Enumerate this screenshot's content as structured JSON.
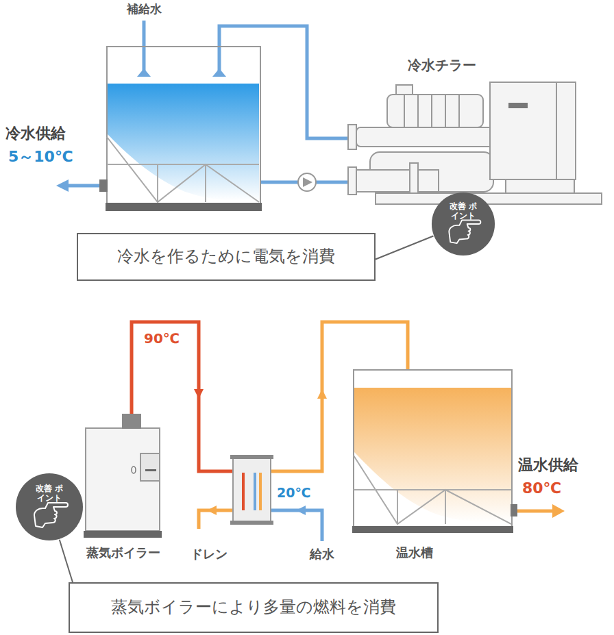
{
  "diagram": {
    "nodes": [
      {
        "text": [
          "冷水チラー"
        ]
      },
      {
        "text": [
          "改善 ポイント"
        ]
      },
      {
        "text": [
          "冷水を作るために電気を消費"
        ]
      },
      {
        "text": [
          "蒸気ボイラー"
        ]
      },
      {
        "text": [
          "改善 ポイント"
        ]
      },
      {
        "text": [
          "温水槽"
        ]
      },
      {
        "text": [
          "蒸気ボイラーにより多量の燃料を消費"
        ]
      }
    ],
    "edges": [
      {
        "from": 1,
        "to": 2,
        "arrow": "none"
      },
      {
        "from": 4,
        "to": 6,
        "arrow": "none"
      }
    ],
    "labels": [
      "補給水",
      "冷水供給",
      "5～10℃",
      "90℃",
      "20℃",
      "ドレン",
      "給水",
      "温水供給",
      "80℃"
    ]
  }
}
